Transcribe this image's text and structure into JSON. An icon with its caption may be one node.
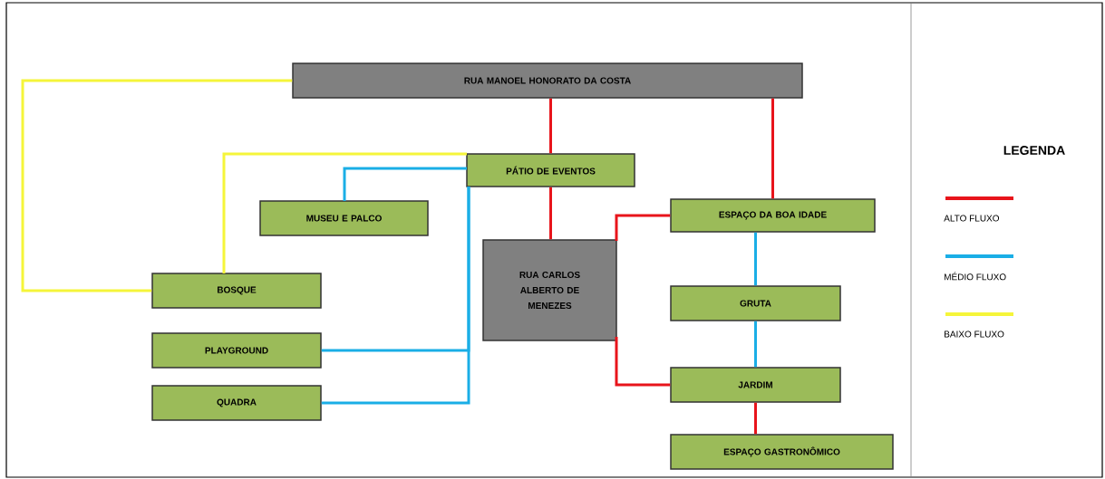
{
  "diagram": {
    "nodes": [
      {
        "text": [
          "RUA MANOEL HONORATO DA COSTA"
        ]
      },
      {
        "text": [
          "PÁTIO DE EVENTOS"
        ]
      },
      {
        "text": [
          "MUSEU E PALCO"
        ]
      },
      {
        "text": [
          "RUA CARLOS ALBERTO DE MENEZES"
        ]
      },
      {
        "text": [
          "ESPAÇO DA BOA IDADE"
        ]
      },
      {
        "text": [
          "BOSQUE"
        ]
      },
      {
        "text": [
          "GRUTA"
        ]
      },
      {
        "text": [
          "PLAYGROUND"
        ]
      },
      {
        "text": [
          "JARDIM"
        ]
      },
      {
        "text": [
          "QUADRA"
        ]
      },
      {
        "text": [
          "ESPAÇO GASTRONÔMICO"
        ]
      }
    ],
    "edges": [
      {
        "from": 0,
        "to": 1,
        "arrow": "none",
        "color": "#e8141b"
      },
      {
        "from": 0,
        "to": 4,
        "arrow": "none",
        "color": "#e8141b"
      },
      {
        "from": 1,
        "to": 3,
        "arrow": "none",
        "color": "#e8141b"
      },
      {
        "from": 3,
        "to": 4,
        "arrow": "none",
        "color": "#e8141b"
      },
      {
        "from": 3,
        "to": 8,
        "arrow": "none",
        "color": "#e8141b"
      },
      {
        "from": 8,
        "to": 10,
        "arrow": "none",
        "color": "#e8141b"
      },
      {
        "from": 1,
        "to": 2,
        "arrow": "none",
        "color": "#1aaee6"
      },
      {
        "from": 1,
        "to": 7,
        "arrow": "none",
        "color": "#1aaee6"
      },
      {
        "from": 1,
        "to": 9,
        "arrow": "none",
        "color": "#1aaee6"
      },
      {
        "from": 4,
        "to": 6,
        "arrow": "none",
        "color": "#1aaee6"
      },
      {
        "from": 6,
        "to": 8,
        "arrow": "none",
        "color": "#1aaee6"
      },
      {
        "from": 0,
        "to": 5,
        "arrow": "none",
        "color": "#f5f53a"
      },
      {
        "from": 1,
        "to": 5,
        "arrow": "none",
        "color": "#f5f53a"
      }
    ],
    "labels": [
      "LEGENDA"
    ],
    "legend": [
      {
        "text": "ALTO FLUXO",
        "color": "#e8141b"
      },
      {
        "text": "MÉDIO FLUXO",
        "color": "#1aaee6"
      },
      {
        "text": "BAIXO FLUXO",
        "color": "#f5f53a"
      }
    ]
  }
}
